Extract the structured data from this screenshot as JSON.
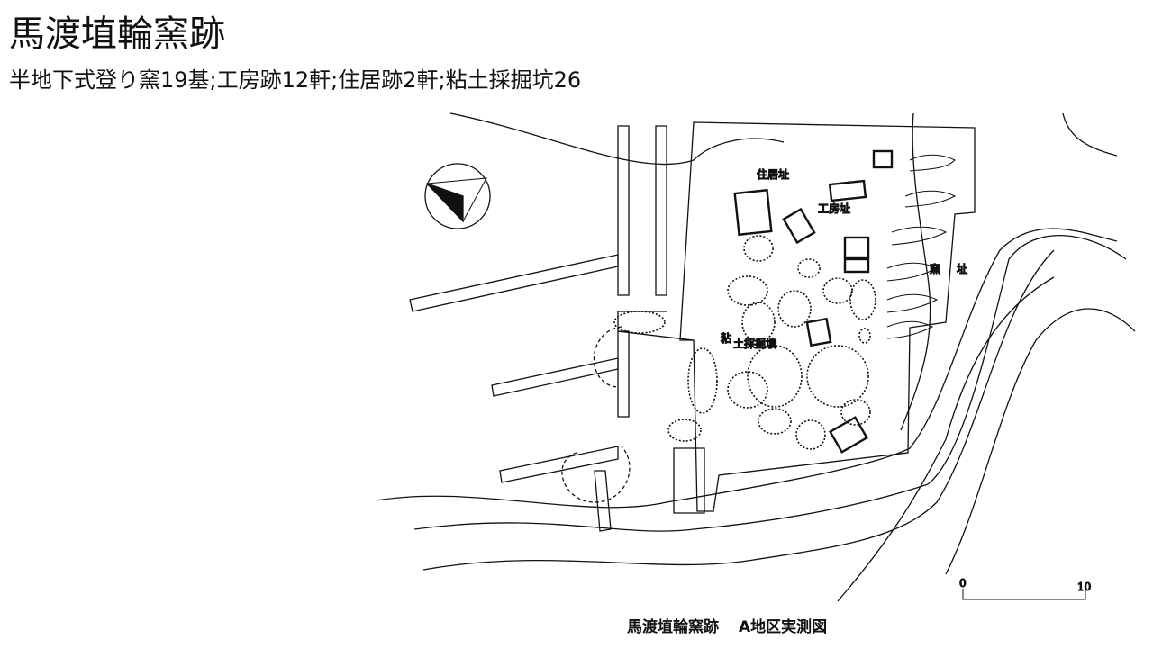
{
  "slide": {
    "title": "馬渡埴輪窯跡",
    "subtitle": "半地下式登り窯19基;工房跡12軒;住居跡2軒;粘土採掘坑26"
  },
  "map": {
    "labels": {
      "dwelling": "住居址",
      "workshop": "工房址",
      "kiln_1": "窯",
      "kiln_2": "址",
      "clay_1": "粘",
      "clay_2": "土採掘壙"
    },
    "scale": {
      "start": "0",
      "end": "10"
    },
    "caption_site": "馬渡埴輪窯跡",
    "caption_area": "A地区実測図"
  }
}
